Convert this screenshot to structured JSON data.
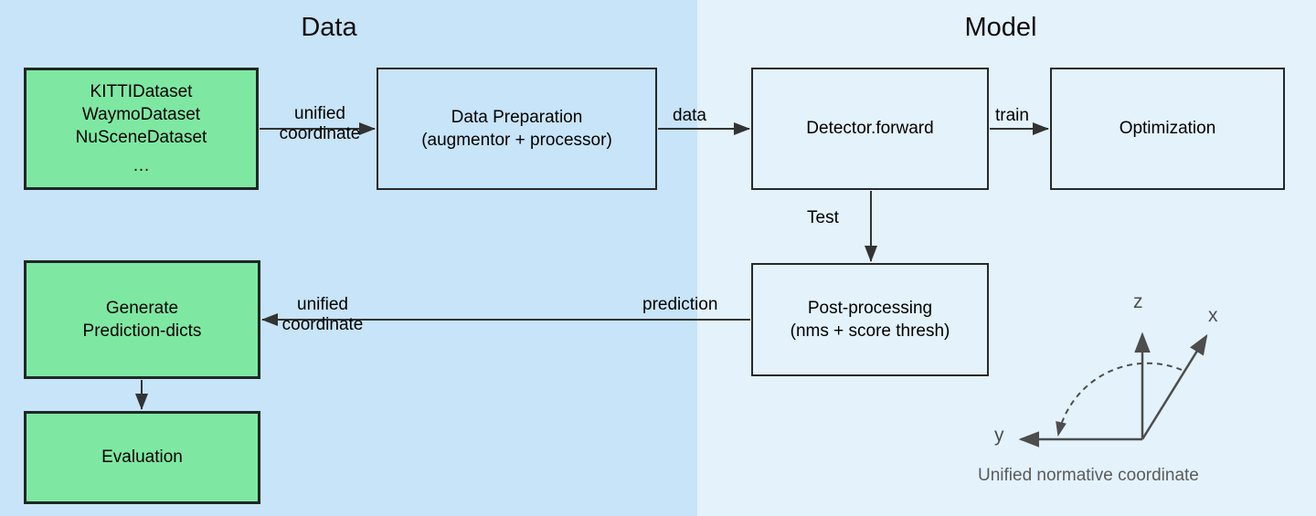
{
  "sections": [
    {
      "id": "data",
      "title": "Data"
    },
    {
      "id": "model",
      "title": "Model"
    }
  ],
  "colors": {
    "data_background": "#c7e4f8",
    "model_background": "#e3f2fb",
    "green_node_fill": "#7ee8a2",
    "node_border": "#26292b",
    "arrow": "#333333",
    "axis": "#4d4d4d",
    "caption": "#5b5b5b"
  },
  "nodes": {
    "datasets": {
      "lines": [
        "KITTIDataset",
        "WaymoDataset",
        "NuSceneDataset",
        "…"
      ],
      "style": "green"
    },
    "data_preparation": {
      "lines": [
        "Data Preparation",
        "(augmentor + processor)"
      ],
      "style": "plain"
    },
    "detector_forward": {
      "lines": [
        "Detector.forward"
      ],
      "style": "plain"
    },
    "optimization": {
      "lines": [
        "Optimization"
      ],
      "style": "plain"
    },
    "post_processing": {
      "lines": [
        "Post-processing",
        "(nms + score thresh)"
      ],
      "style": "plain"
    },
    "generate_prediction_dicts": {
      "lines": [
        "Generate",
        "Prediction-dicts"
      ],
      "style": "green"
    },
    "evaluation": {
      "lines": [
        "Evaluation"
      ],
      "style": "green"
    }
  },
  "edge_labels": {
    "unified_coordinate_top": {
      "line1": "unified",
      "line2": "coordinate"
    },
    "data": "data",
    "train": "train",
    "test": "Test",
    "prediction": "prediction",
    "unified_coordinate_bottom": {
      "line1": "unified",
      "line2": "coordinate"
    }
  },
  "coordinate_figure": {
    "axes": [
      "z",
      "x",
      "y"
    ],
    "caption": "Unified normative coordinate"
  }
}
